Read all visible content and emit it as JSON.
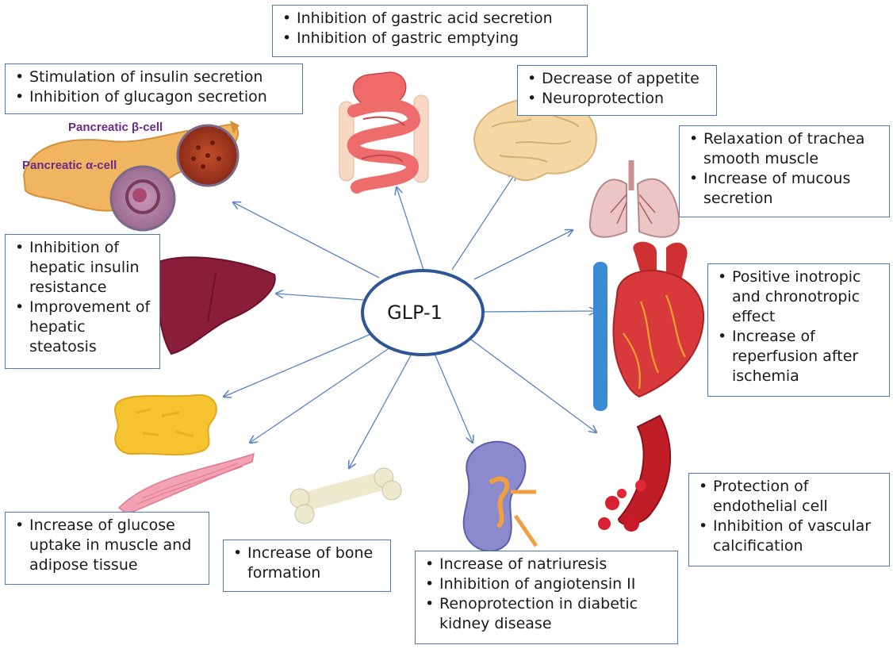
{
  "center": {
    "label": "GLP-1"
  },
  "colors": {
    "box_border": "#4a78b8",
    "arrow": "#5a84c2",
    "ellipse": "#2e5596"
  },
  "boxes": {
    "stomach": {
      "items": [
        "Inhibition of gastric acid secretion",
        "Inhibition of gastric emptying"
      ]
    },
    "pancreas": {
      "items": [
        "Stimulation of insulin secretion",
        "Inhibition of glucagon secretion"
      ]
    },
    "brain": {
      "items": [
        "Decrease of appetite",
        "Neuroprotection"
      ]
    },
    "lung": {
      "items": [
        "Relaxation of trachea smooth muscle",
        "Increase of mucous secretion"
      ]
    },
    "liver": {
      "items": [
        "Inhibition of hepatic insulin resistance",
        "Improvement of hepatic steatosis"
      ]
    },
    "heart": {
      "items": [
        "Positive inotropic and chronotropic effect",
        "Increase of reperfusion after ischemia"
      ]
    },
    "vessel": {
      "items": [
        "Protection of endothelial cell",
        "Inhibition of vascular calcification"
      ]
    },
    "muscle": {
      "items": [
        "Increase of glucose uptake in muscle and adipose tissue"
      ]
    },
    "bone": {
      "items": [
        "Increase of bone formation"
      ]
    },
    "kidney": {
      "items": [
        "Increase of natriuresis",
        "Inhibition of angiotensin II",
        "Renoprotection in diabetic kidney disease"
      ]
    }
  },
  "pancreas_labels": {
    "beta": "Pancreatic β-cell",
    "alpha": "Pancreatic α-cell"
  }
}
